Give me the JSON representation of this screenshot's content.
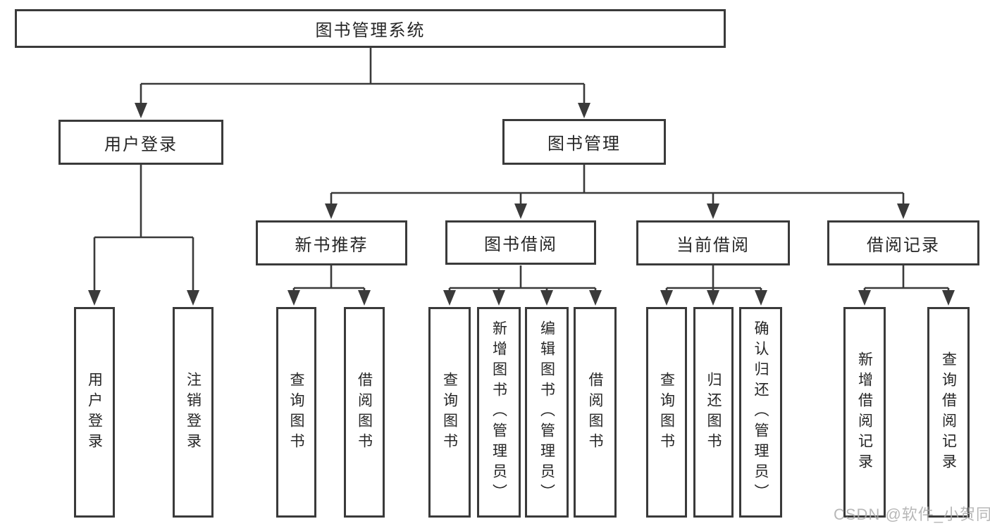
{
  "title": "图书管理系统",
  "watermark": "CSDN @软件_小贺同学",
  "colors": {
    "line": "#3a3a3a",
    "box_border": "#3a3a3a",
    "text": "#262626",
    "background": "#ffffff",
    "watermark": "#ababab"
  },
  "tree": {
    "root": "图书管理系统",
    "children": [
      {
        "label": "用户登录",
        "children": [
          "用户登录",
          "注销登录"
        ]
      },
      {
        "label": "图书管理",
        "children": [
          {
            "label": "新书推荐",
            "children": [
              "查询图书",
              "借阅图书"
            ]
          },
          {
            "label": "图书借阅",
            "children": [
              "查询图书",
              "新增图书（管理员）",
              "编辑图书（管理员）",
              "借阅图书"
            ]
          },
          {
            "label": "当前借阅",
            "children": [
              "查询图书",
              "归还图书",
              "确认归还（管理员）"
            ]
          },
          {
            "label": "借阅记录",
            "children": [
              "新增借阅记录",
              "查询借阅记录"
            ]
          }
        ]
      }
    ]
  }
}
